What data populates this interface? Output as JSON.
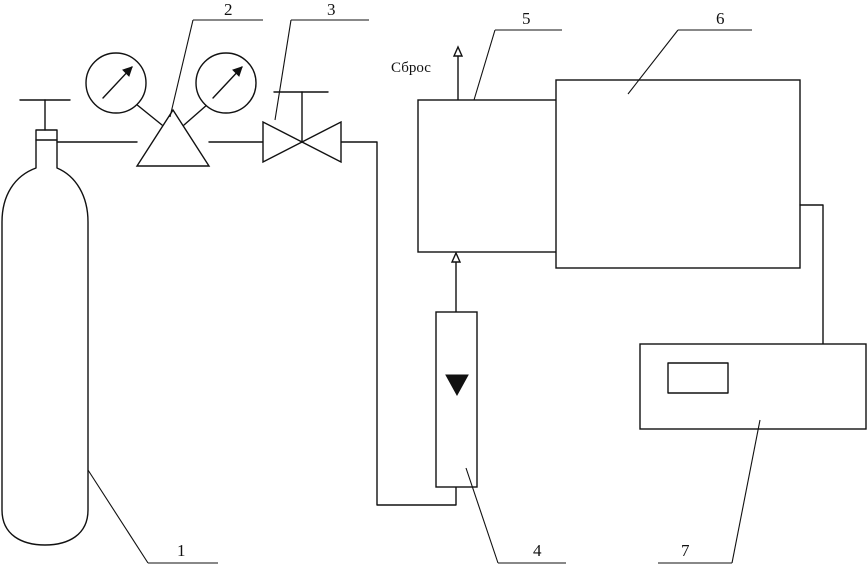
{
  "diagram": {
    "vent_label": "Сброс",
    "callouts": [
      {
        "id": "cylinder",
        "number": "1"
      },
      {
        "id": "pressure-reducer",
        "number": "2"
      },
      {
        "id": "valve",
        "number": "3"
      },
      {
        "id": "flowmeter",
        "number": "4"
      },
      {
        "id": "chamber",
        "number": "5"
      },
      {
        "id": "analyzer",
        "number": "6"
      },
      {
        "id": "recorder",
        "number": "7"
      }
    ]
  }
}
